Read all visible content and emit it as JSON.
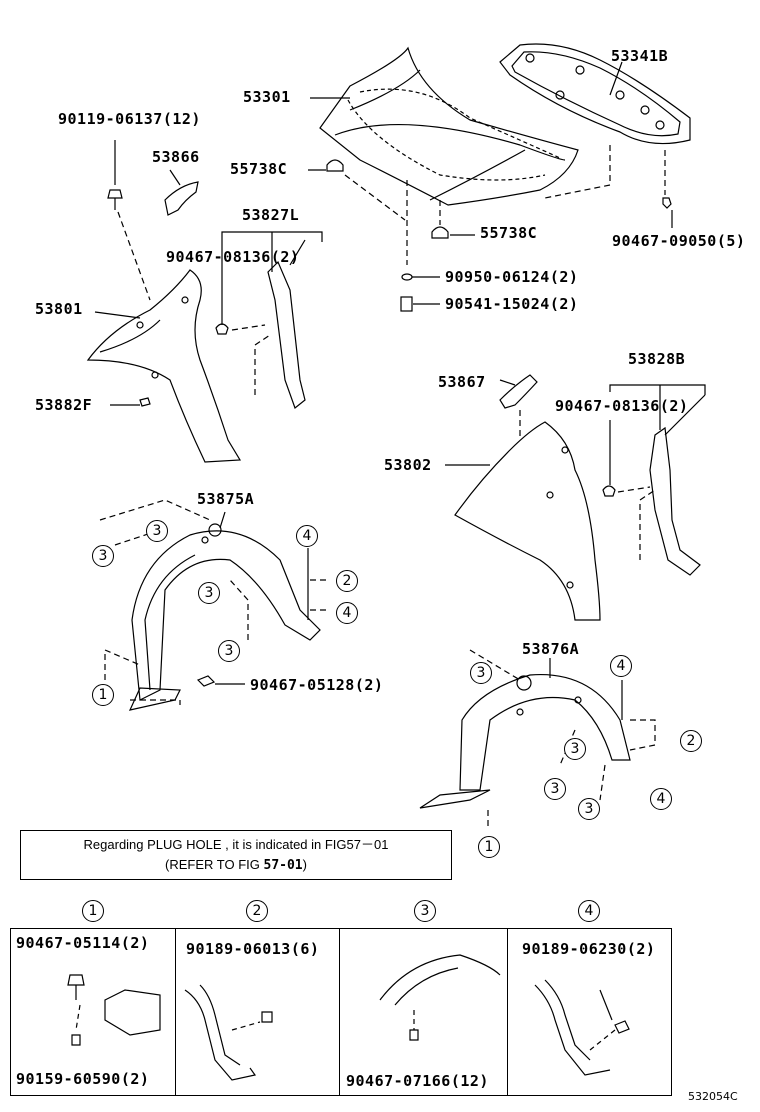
{
  "parts": {
    "p53301": "53301",
    "p53341b": "53341B",
    "p90119": "90119-06137(12)",
    "p53866": "53866",
    "p55738c_a": "55738C",
    "p53827l": "53827L",
    "p55738c_b": "55738C",
    "p90467_09050": "90467-09050(5)",
    "p90467_08136_a": "90467-08136(2)",
    "p90950": "90950-06124(2)",
    "p53801": "53801",
    "p90541": "90541-15024(2)",
    "p53882f": "53882F",
    "p53867": "53867",
    "p53828b": "53828B",
    "p90467_08136_b": "90467-08136(2)",
    "p53802": "53802",
    "p53875a": "53875A",
    "p90467_05128": "90467-05128(2)",
    "p53876a": "53876A"
  },
  "note": {
    "line1": "Regarding PLUG HOLE , it is indicated in FIG57－01",
    "line2_prefix": "(REFER TO FIG ",
    "line2_bold": "57-01",
    "line2_suffix": ")"
  },
  "callouts": {
    "c1": "1",
    "c2": "2",
    "c3": "3",
    "c4": "4"
  },
  "legend": {
    "col1": {
      "num": "1",
      "top": "90467-05114(2)",
      "bottom": "90159-60590(2)"
    },
    "col2": {
      "num": "2",
      "top": "90189-06013(6)"
    },
    "col3": {
      "num": "3",
      "bottom": "90467-07166(12)"
    },
    "col4": {
      "num": "4",
      "top": "90189-06230(2)"
    }
  },
  "figure_code": "532054C"
}
